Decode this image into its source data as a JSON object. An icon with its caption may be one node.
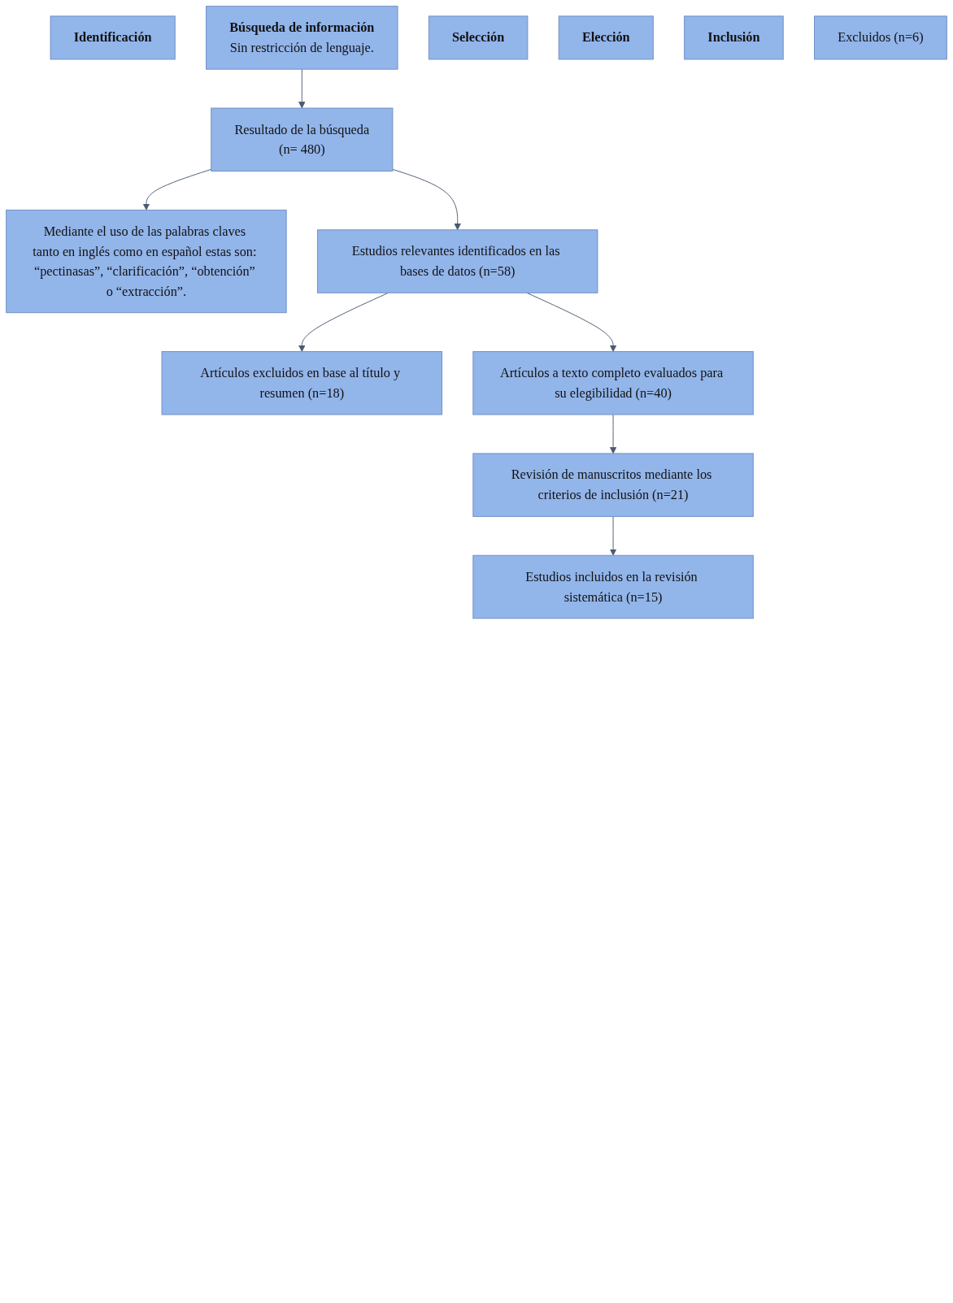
{
  "diagram": {
    "nodes": [
      {
        "text": [
          "Identificación"
        ]
      },
      {
        "text": [
          "Búsqueda de información",
          "Sin restricción de lenguaje."
        ]
      },
      {
        "text": [
          "Resultado de la búsqueda",
          "(n= 480)"
        ]
      },
      {
        "text": [
          "Mediante el uso de las palabras claves tanto en inglés como en español estas son: “pectinasas”, “clarificación”, “obtención” o “extracción”."
        ]
      },
      {
        "text": [
          "Selección"
        ]
      },
      {
        "text": [
          "Estudios relevantes identificados en las bases de datos (n=58)"
        ]
      },
      {
        "text": [
          "Artículos excluidos en base al título y resumen (n=18)"
        ]
      },
      {
        "text": [
          "Elección"
        ]
      },
      {
        "text": [
          "Artículos a texto completo evaluados para su elegibilidad (n=40)"
        ]
      },
      {
        "text": [
          "Revisión de manuscritos mediante los criterios de inclusión (n=21)"
        ]
      },
      {
        "text": [
          "Inclusión"
        ]
      },
      {
        "text": [
          "Excluidos (n=6)"
        ]
      },
      {
        "text": [
          "Estudios incluidos en la revisión sistemática (n=15)"
        ]
      }
    ],
    "edges": [
      {
        "from": 1,
        "to": 2,
        "arrow": "to"
      },
      {
        "from": 2,
        "to": 3,
        "arrow": "to"
      },
      {
        "from": 2,
        "to": 5,
        "arrow": "to"
      },
      {
        "from": 5,
        "to": 6,
        "arrow": "to"
      },
      {
        "from": 5,
        "to": 8,
        "arrow": "to"
      },
      {
        "from": 8,
        "to": 9,
        "arrow": "to"
      },
      {
        "from": 9,
        "to": 12,
        "arrow": "to"
      }
    ]
  }
}
